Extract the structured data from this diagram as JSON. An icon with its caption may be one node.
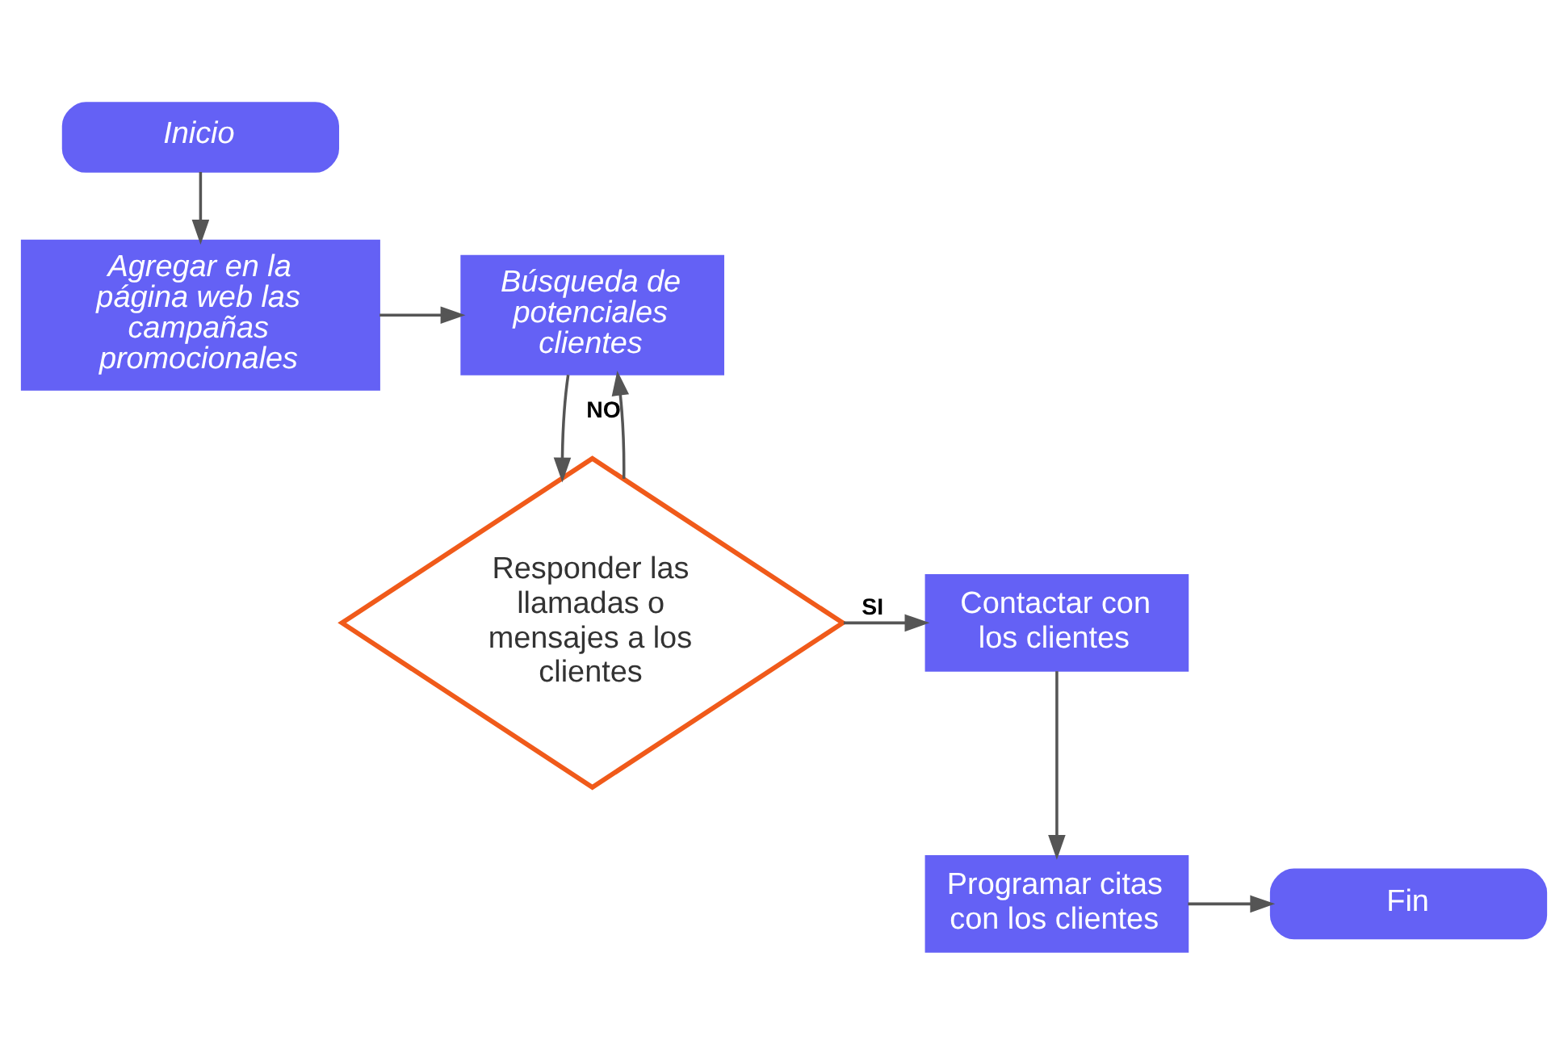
{
  "diagram": {
    "nodes": [
      {
        "text": [
          "Inicio"
        ]
      },
      {
        "text": [
          "Agregar en la página web las campañas promocionales"
        ]
      },
      {
        "text": [
          "Búsqueda de potenciales clientes"
        ]
      },
      {
        "text": [
          "Responder las llamadas o mensajes a los clientes"
        ]
      },
      {
        "text": [
          "Contactar con los clientes"
        ]
      },
      {
        "text": [
          "Programar citas con los clientes"
        ]
      },
      {
        "text": [
          "Fin"
        ]
      }
    ],
    "edges": [
      {
        "from": 0,
        "to": 1,
        "arrow": "to"
      },
      {
        "from": 1,
        "to": 2,
        "arrow": "to"
      },
      {
        "from": 2,
        "to": 3,
        "arrow": "to"
      },
      {
        "from": 3,
        "to": 2,
        "arrow": "to",
        "label": "NO"
      },
      {
        "from": 3,
        "to": 4,
        "arrow": "to",
        "label": "SI"
      },
      {
        "from": 4,
        "to": 5,
        "arrow": "to"
      },
      {
        "from": 5,
        "to": 6,
        "arrow": "to"
      }
    ]
  }
}
